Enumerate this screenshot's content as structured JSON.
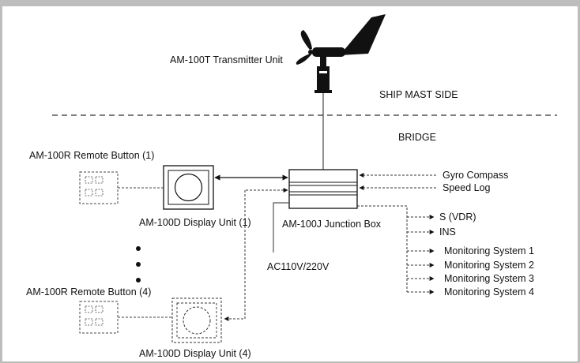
{
  "labels": {
    "transmitter": "AM-100T  Transmitter Unit",
    "ship_mast_side": "SHIP MAST SIDE",
    "bridge": "BRIDGE",
    "remote_button_1": "AM-100R Remote Button (1)",
    "display_unit_1": "AM-100D  Display Unit (1)",
    "junction_box": "AM-100J Junction Box",
    "gyro_compass": "Gyro Compass",
    "speed_log": "Speed Log",
    "vdr": "S (VDR)",
    "ins": "INS",
    "monitoring_1": "Monitoring System 1",
    "monitoring_2": "Monitoring System 2",
    "monitoring_3": "Monitoring System 3",
    "monitoring_4": "Monitoring System 4",
    "power": "AC110V/220V",
    "remote_button_4": "AM-100R Remote Button (4)",
    "display_unit_4": "AM-100D  Display Unit (4)"
  }
}
